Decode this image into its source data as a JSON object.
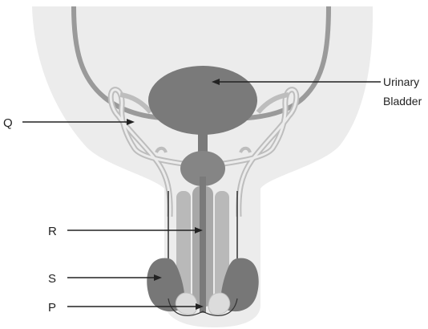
{
  "labels": {
    "q": "Q",
    "r": "R",
    "s": "S",
    "p": "P",
    "bladder_line1": "Urinary",
    "bladder_line2": "Bladder"
  }
}
